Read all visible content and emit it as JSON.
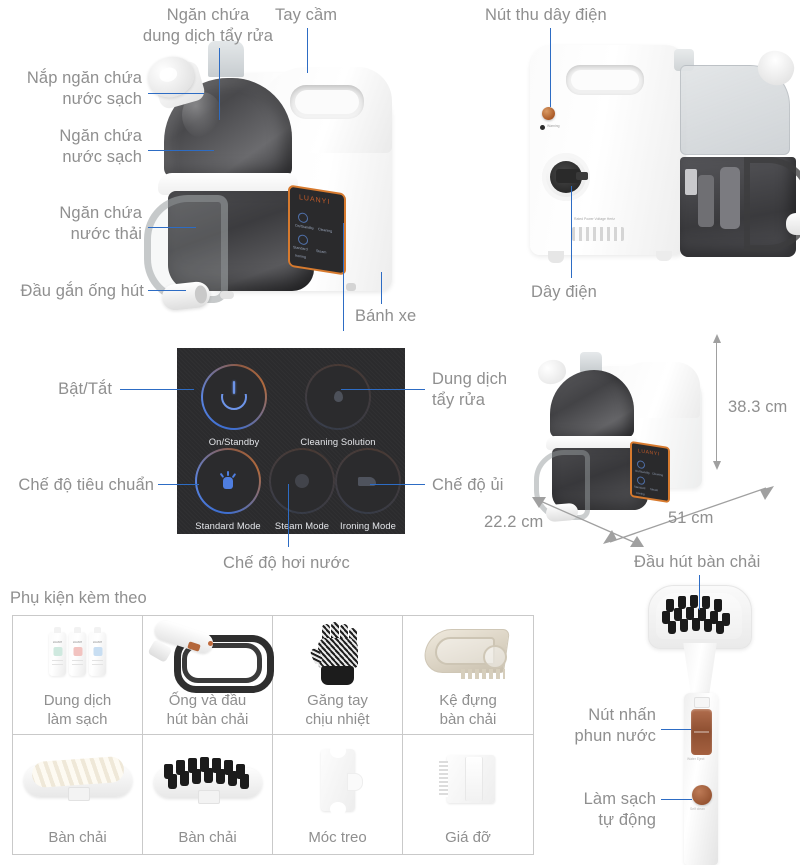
{
  "callouts": {
    "solution_tank": "Ngăn chứa\ndung dịch tẩy rửa",
    "handle": "Tay cầm",
    "clean_water_cap": "Nắp ngăn chứa\nnước sạch",
    "clean_water_tank": "Ngăn chứa\nnước sạch",
    "waste_water_tank": "Ngăn chứa\nnước thải",
    "hose_port": "Đầu gắn ống hút",
    "wheel": "Bánh xe",
    "cord_rewind_button": "Nút thu dây điện",
    "power_cord": "Dây điện"
  },
  "panel_callouts": {
    "on_off": "Bật/Tắt",
    "cleaning_solution": "Dung dịch\ntẩy rửa",
    "standard_mode": "Chế độ tiêu chuẩn",
    "ironing_mode": "Chế độ ủi",
    "steam_mode": "Chế độ hơi nước"
  },
  "control_panel": {
    "buttons": [
      {
        "id": "on-standby",
        "label": "On/Standby",
        "icon": "power-icon",
        "state": "lit"
      },
      {
        "id": "cleaning-solution",
        "label": "Cleaning Solution",
        "icon": "droplet-icon",
        "state": "dim"
      },
      {
        "id": "standard-mode",
        "label": "Standard Mode",
        "icon": "bulb-icon",
        "state": "lit"
      },
      {
        "id": "steam-mode",
        "label": "Steam Mode",
        "icon": "steam-icon",
        "state": "dim"
      },
      {
        "id": "ironing-mode",
        "label": "Ironing Mode",
        "icon": "iron-icon",
        "state": "dim"
      }
    ],
    "background_color": "#2b2b2d",
    "accent_blue": "#4f7ee0",
    "accent_copper": "#b06a3e"
  },
  "dimensions": {
    "height": "38.3 cm",
    "depth": "22.2 cm",
    "width": "51 cm"
  },
  "accessories": {
    "title": "Phụ kiện kèm theo",
    "items": [
      {
        "name": "Dung dịch\nlàm sạch",
        "art": "bottles"
      },
      {
        "name": "Ống và đầu\nhút bàn chải",
        "art": "hose"
      },
      {
        "name": "Găng tay\nchịu nhiệt",
        "art": "glove"
      },
      {
        "name": "Kệ đựng\nbàn chải",
        "art": "rack"
      },
      {
        "name": "Bàn chải",
        "art": "brush-soft"
      },
      {
        "name": "Bàn chải",
        "art": "brush-hard"
      },
      {
        "name": "Móc treo",
        "art": "hook"
      },
      {
        "name": "Giá đỡ",
        "art": "stand"
      }
    ]
  },
  "handheld": {
    "brush_head": "Đầu hút bàn chải",
    "spray_button": "Nút nhấn\nphun nước",
    "self_clean": "Làm sạch\ntự động"
  },
  "machine_marks": {
    "brand": "LUANYI",
    "warning_small": "Warning",
    "vent_small": "Rated Power Voltage Hertz",
    "panel_small": "On/Standby",
    "spray_small": "Water Eject",
    "selfclean_small": "Self clean"
  },
  "colors": {
    "callout_line": "#2d6cc4",
    "label_text": "#8f8f8f",
    "dimension_line": "#a0a0a0",
    "accent_orange": "#d77a2e"
  }
}
